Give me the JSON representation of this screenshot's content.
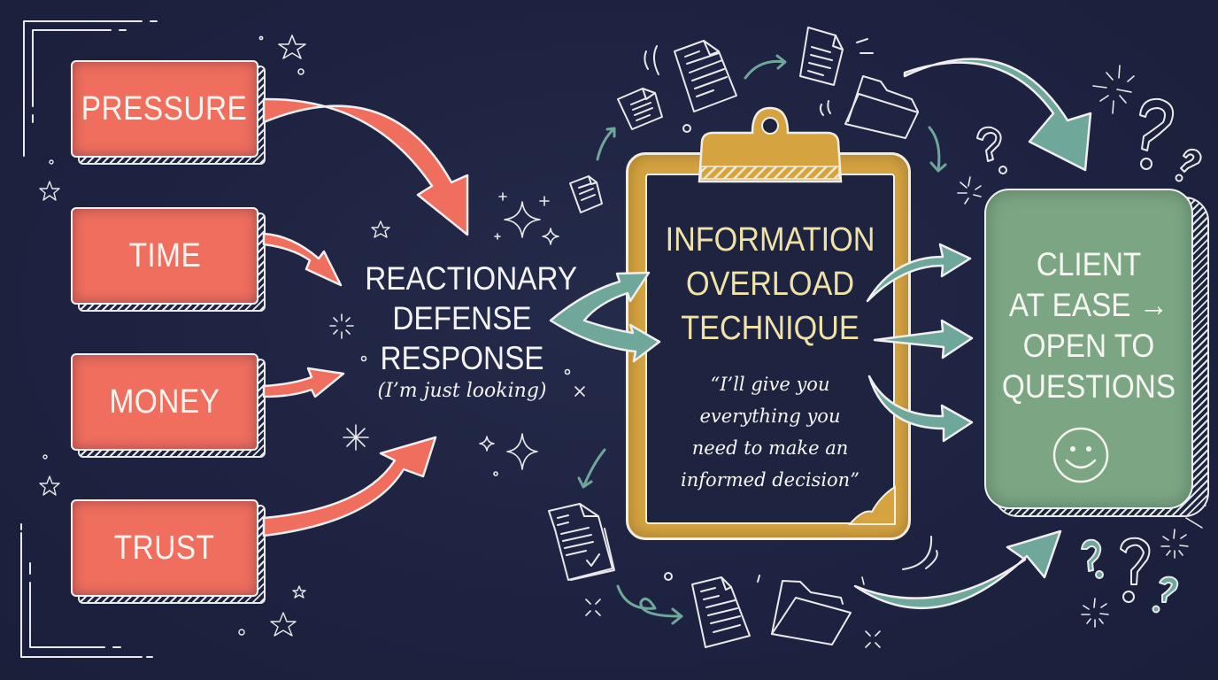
{
  "diagram": {
    "factors": [
      {
        "id": "pressure",
        "label": "PRESSURE"
      },
      {
        "id": "time",
        "label": "TIME"
      },
      {
        "id": "money",
        "label": "MONEY"
      },
      {
        "id": "trust",
        "label": "TRUST"
      }
    ],
    "response": {
      "title_lines": [
        "REACTIONARY",
        "DEFENSE",
        "RESPONSE"
      ],
      "subtitle": "(I’m just looking)"
    },
    "technique": {
      "title_lines": [
        "INFORMATION",
        "OVERLOAD",
        "TECHNIQUE"
      ],
      "quote_lines": [
        "“I’ll give you",
        "everything you",
        "need to make an",
        "informed decision”"
      ]
    },
    "outcome": {
      "lines": [
        "CLIENT",
        "AT EASE →",
        "OPEN TO",
        "QUESTIONS"
      ],
      "icon": "smiley-icon"
    },
    "decorations": {
      "icons": [
        "document-icon",
        "folder-icon",
        "question-mark-icon",
        "star-icon",
        "sparkle-icon",
        "checklist-document-icon"
      ]
    }
  },
  "colors": {
    "background": "#1e2440",
    "factor_red": "#ef6e5e",
    "clipboard_gold": "#d5a441",
    "technique_text": "#f1e2a8",
    "outcome_green": "#7ba583",
    "arrow_teal": "#6fa89a",
    "chalk_white": "#e9e9ea"
  }
}
